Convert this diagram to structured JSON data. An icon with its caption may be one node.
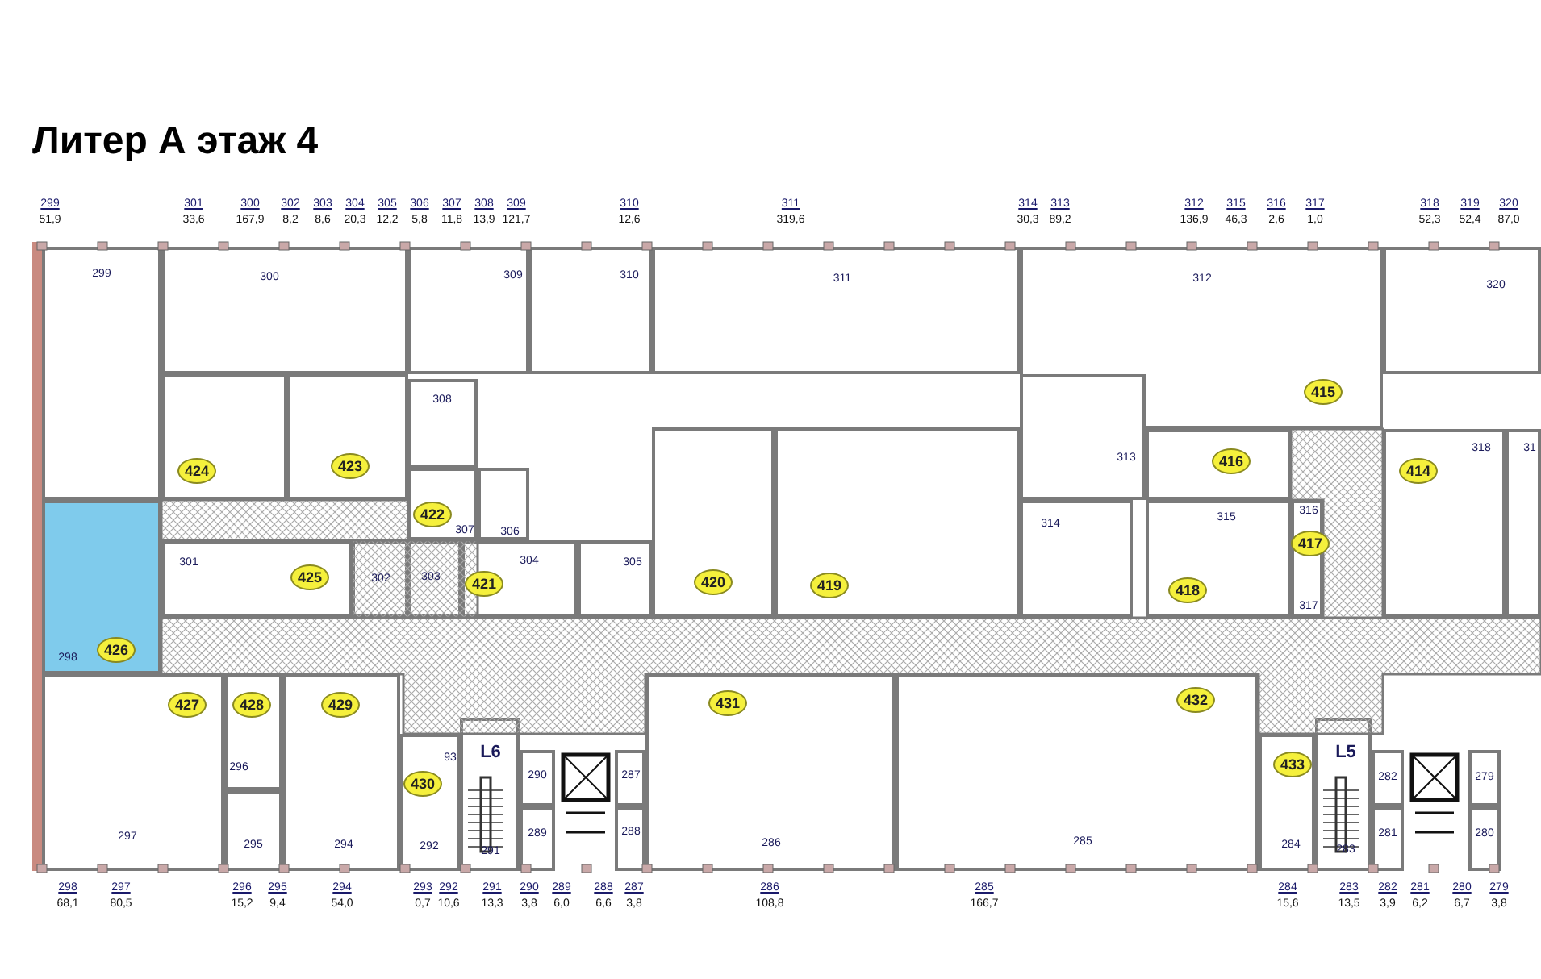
{
  "diagram": {
    "title": "Литер А этаж 4",
    "nodes": [
      {
        "text": [
          "299"
        ]
      },
      {
        "text": [
          "300"
        ]
      },
      {
        "text": [
          "309"
        ]
      },
      {
        "text": [
          "310"
        ]
      },
      {
        "text": [
          "311"
        ]
      },
      {
        "text": [
          "312"
        ]
      },
      {
        "text": [
          "320"
        ]
      },
      {
        "text": [],
        "shape": "box"
      },
      {
        "text": [
          "424"
        ],
        "in": 7
      },
      {
        "text": [],
        "shape": "box"
      },
      {
        "text": [
          "423"
        ],
        "in": 9
      },
      {
        "text": [
          "308"
        ]
      },
      {
        "text": [
          "307"
        ]
      },
      {
        "text": [
          "422"
        ],
        "in": 12
      },
      {
        "text": [
          "306"
        ]
      },
      {
        "text": [
          "301"
        ]
      },
      {
        "text": [
          "425"
        ],
        "in": 15
      },
      {
        "text": [
          "302"
        ]
      },
      {
        "text": [
          "303"
        ]
      },
      {
        "text": [
          "304"
        ]
      },
      {
        "text": [
          "421"
        ],
        "in": 19
      },
      {
        "text": [
          "305"
        ]
      },
      {
        "text": [],
        "shape": "box"
      },
      {
        "text": [
          "420"
        ],
        "in": 22
      },
      {
        "text": [],
        "shape": "box"
      },
      {
        "text": [
          "419"
        ],
        "in": 24
      },
      {
        "text": [
          "313"
        ]
      },
      {
        "text": [
          "314"
        ]
      },
      {
        "text": [],
        "shape": "box"
      },
      {
        "text": [
          "416"
        ],
        "in": 28
      },
      {
        "text": [
          "315"
        ]
      },
      {
        "text": [
          "418"
        ],
        "in": 30
      },
      {
        "text": [
          "316",
          "317"
        ]
      },
      {
        "text": [
          "417"
        ],
        "in": 32
      },
      {
        "text": [
          "415"
        ],
        "in": 5
      },
      {
        "text": [
          "318"
        ]
      },
      {
        "text": [
          "414"
        ],
        "in": 35
      },
      {
        "text": [
          "31"
        ]
      },
      {
        "text": [
          "298"
        ]
      },
      {
        "text": [
          "426"
        ],
        "in": 38
      },
      {
        "text": [
          "297"
        ]
      },
      {
        "text": [
          "427"
        ],
        "in": 40
      },
      {
        "text": [
          "296"
        ]
      },
      {
        "text": [
          "428"
        ],
        "in": 42
      },
      {
        "text": [
          "295"
        ]
      },
      {
        "text": [
          "294"
        ]
      },
      {
        "text": [
          "429"
        ],
        "in": 45
      },
      {
        "text": [
          "93",
          "292"
        ]
      },
      {
        "text": [
          "430"
        ],
        "in": 47
      },
      {
        "text": [
          "L6",
          "291"
        ]
      },
      {
        "text": [
          "290"
        ]
      },
      {
        "text": [
          "289"
        ]
      },
      {
        "text": [
          "287"
        ]
      },
      {
        "text": [
          "288"
        ]
      },
      {
        "text": [
          "286"
        ]
      },
      {
        "text": [
          "431"
        ],
        "in": 54
      },
      {
        "text": [
          "285"
        ]
      },
      {
        "text": [
          "432"
        ],
        "in": 56
      },
      {
        "text": [
          "284"
        ]
      },
      {
        "text": [
          "433"
        ],
        "in": 58
      },
      {
        "text": [
          "L5",
          "283"
        ]
      },
      {
        "text": [
          "282"
        ]
      },
      {
        "text": [
          "281"
        ]
      },
      {
        "text": [
          "279"
        ]
      },
      {
        "text": [
          "280"
        ]
      }
    ],
    "labels": [
      "299",
      "51,9",
      "301",
      "33,6",
      "300",
      "167,9",
      "302",
      "8,2",
      "303",
      "8,6",
      "304",
      "20,3",
      "305",
      "12,2",
      "306",
      "5,8",
      "307",
      "11,8",
      "308",
      "13,9",
      "309",
      "121,7",
      "310",
      "12,6",
      "311",
      "319,6",
      "314",
      "30,3",
      "313",
      "89,2",
      "312",
      "136,9",
      "315",
      "46,3",
      "316",
      "2,6",
      "317",
      "1,0",
      "318",
      "52,3",
      "319",
      "52,4",
      "320",
      "87,0",
      "298",
      "68,1",
      "297",
      "80,5",
      "296",
      "15,2",
      "295",
      "9,4",
      "294",
      "54,0",
      "293",
      "0,7",
      "292",
      "10,6",
      "291",
      "13,3",
      "290",
      "3,8",
      "289",
      "6,0",
      "288",
      "6,6",
      "287",
      "3,8",
      "286",
      "108,8",
      "285",
      "166,7",
      "284",
      "15,6",
      "283",
      "13,5",
      "282",
      "3,9",
      "281",
      "6,2",
      "280",
      "6,7",
      "279",
      "3,8"
    ]
  }
}
